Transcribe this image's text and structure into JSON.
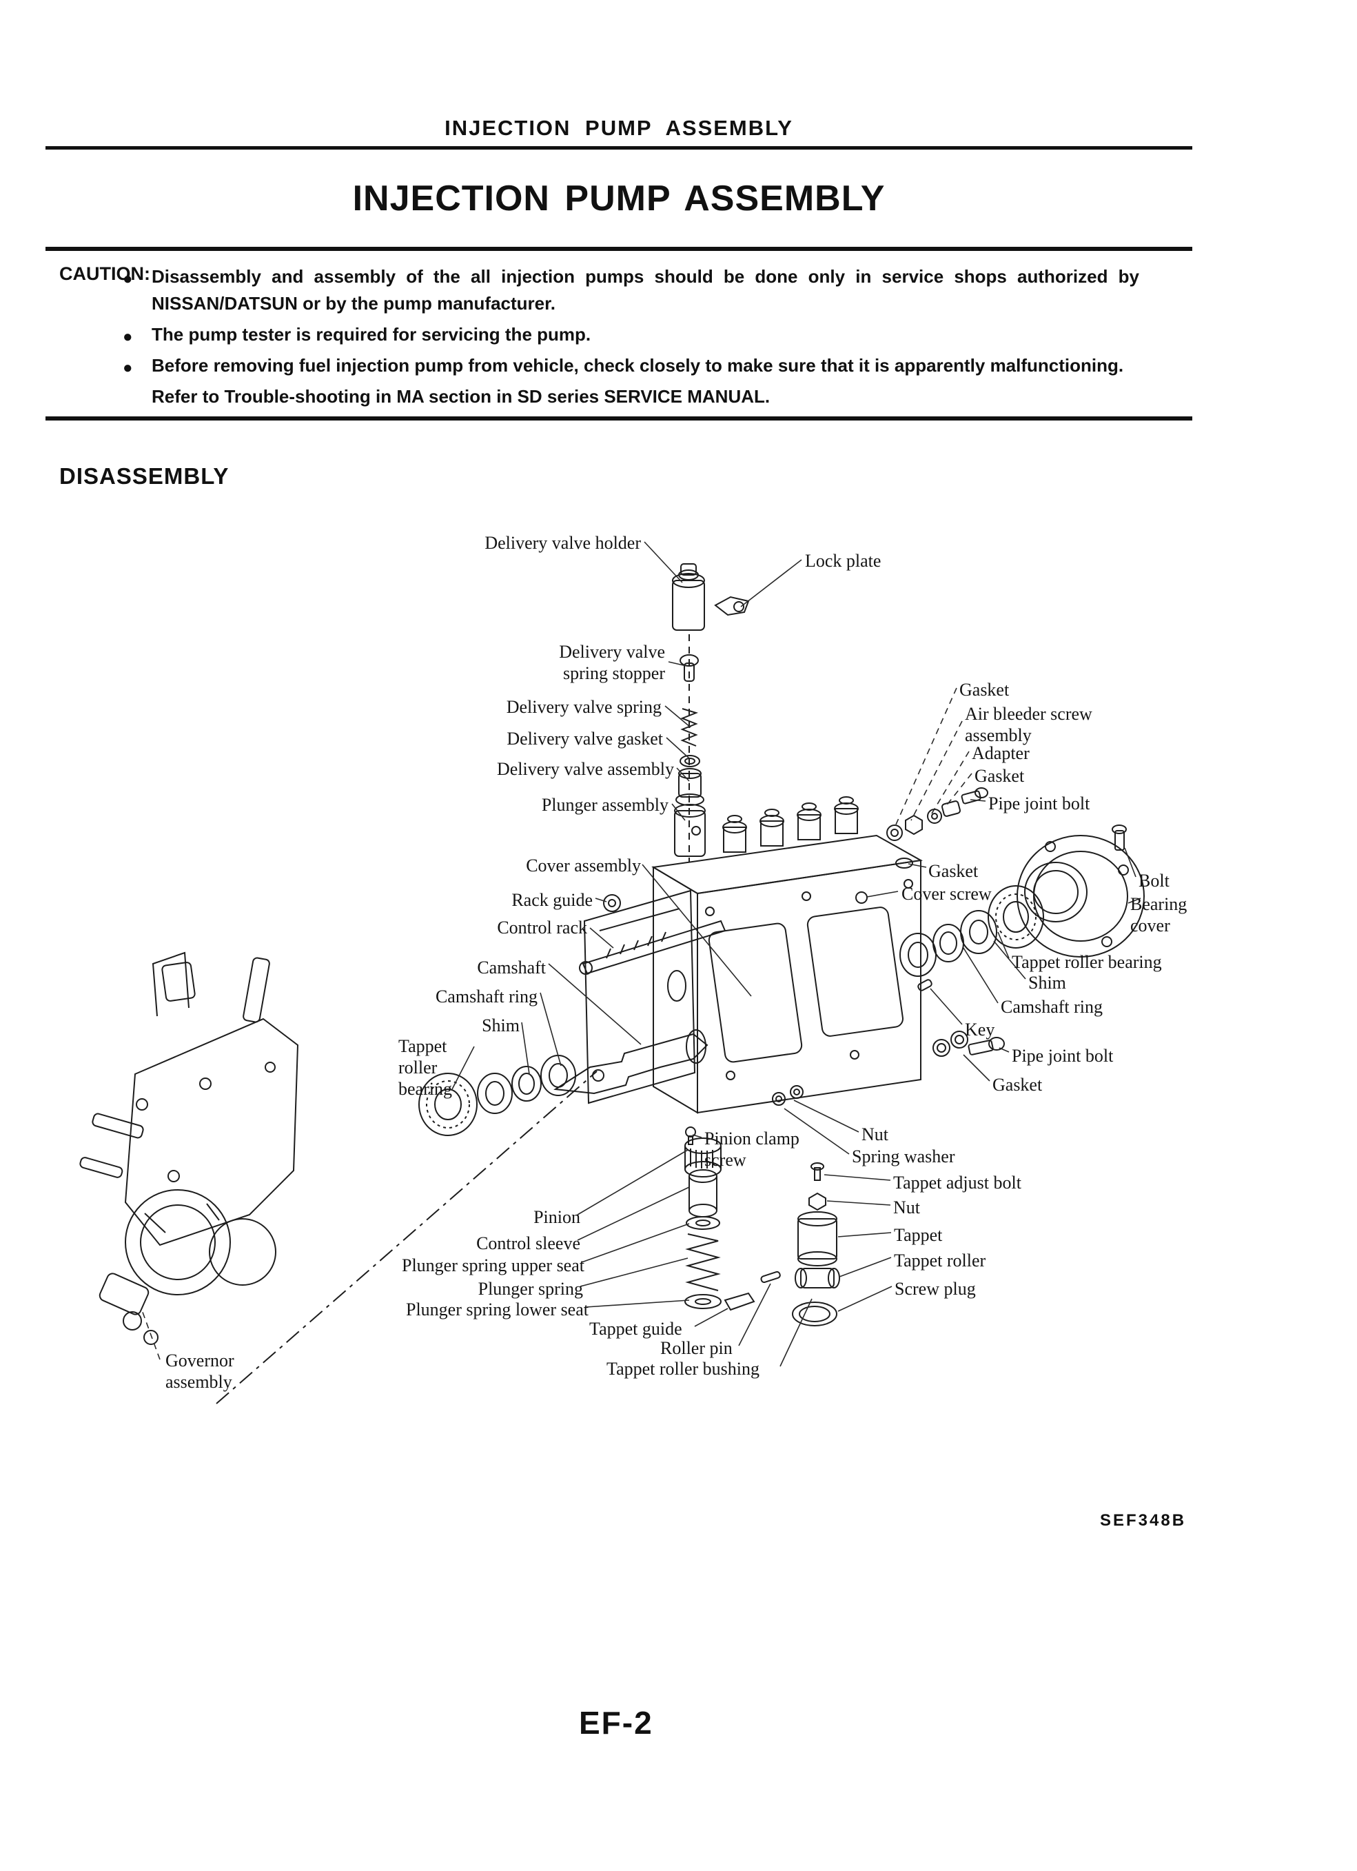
{
  "page": {
    "running_header": "INJECTION PUMP ASSEMBLY",
    "title": "INJECTION PUMP ASSEMBLY",
    "section_heading": "DISASSEMBLY",
    "figure_code": "SEF348B",
    "page_number": "EF-2"
  },
  "caution": {
    "label": "CAUTION:",
    "bullet_glyph": "●",
    "bullets": [
      "Disassembly and assembly of the all injection pumps should be done only in service shops authorized by NISSAN/DATSUN or by the pump manufacturer.",
      "The pump tester is required for servicing the pump.",
      "Before removing fuel injection pump from vehicle, check closely to make sure that it is apparently malfunctioning."
    ],
    "note": "Refer to Trouble-shooting in MA section in SD series SERVICE MANUAL."
  },
  "diagram": {
    "labels": [
      {
        "text": "Delivery valve holder"
      },
      {
        "text": "Lock plate"
      },
      {
        "text": "Delivery valve\nspring stopper"
      },
      {
        "text": "Delivery valve spring"
      },
      {
        "text": "Delivery valve gasket"
      },
      {
        "text": "Delivery valve assembly"
      },
      {
        "text": "Plunger assembly"
      },
      {
        "text": "Gasket"
      },
      {
        "text": "Air bleeder screw\nassembly"
      },
      {
        "text": "Adapter"
      },
      {
        "text": "Gasket"
      },
      {
        "text": "Pipe joint bolt"
      },
      {
        "text": "Cover assembly"
      },
      {
        "text": "Rack guide"
      },
      {
        "text": "Control rack"
      },
      {
        "text": "Gasket"
      },
      {
        "text": "Cover screw"
      },
      {
        "text": "Bolt"
      },
      {
        "text": "Bearing\ncover"
      },
      {
        "text": "Tappet roller bearing"
      },
      {
        "text": "Shim"
      },
      {
        "text": "Camshaft ring"
      },
      {
        "text": "Key"
      },
      {
        "text": "Pipe joint bolt"
      },
      {
        "text": "Gasket"
      },
      {
        "text": "Camshaft"
      },
      {
        "text": "Camshaft ring"
      },
      {
        "text": "Shim"
      },
      {
        "text": "Tappet\nroller\nbearing"
      },
      {
        "text": "Pinion clamp\nscrew"
      },
      {
        "text": "Nut"
      },
      {
        "text": "Spring washer"
      },
      {
        "text": "Tappet adjust bolt"
      },
      {
        "text": "Nut"
      },
      {
        "text": "Tappet"
      },
      {
        "text": "Tappet roller"
      },
      {
        "text": "Screw plug"
      },
      {
        "text": "Pinion"
      },
      {
        "text": "Control sleeve"
      },
      {
        "text": "Plunger spring upper seat"
      },
      {
        "text": "Plunger spring"
      },
      {
        "text": "Plunger spring lower seat"
      },
      {
        "text": "Tappet guide"
      },
      {
        "text": "Roller pin"
      },
      {
        "text": "Tappet roller bushing"
      },
      {
        "text": "Governor\nassembly"
      }
    ]
  }
}
